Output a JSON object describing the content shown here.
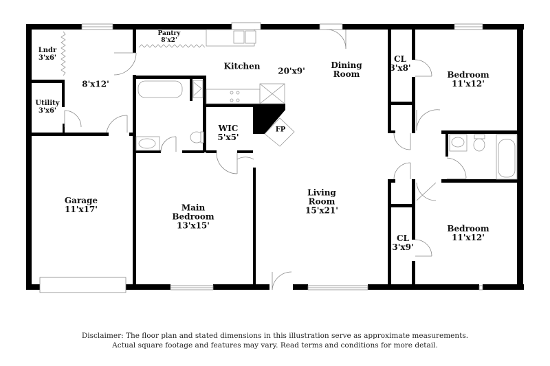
{
  "floor_plan": {
    "rooms": [
      {
        "id": "laundry",
        "name": "Lndr",
        "dims": "3'x6'"
      },
      {
        "id": "utility",
        "name": "Utility",
        "dims": "3'x6'"
      },
      {
        "id": "mudroom",
        "name": "",
        "dims": "8'x12'"
      },
      {
        "id": "pantry",
        "name": "Pantry",
        "dims": "8'x2'"
      },
      {
        "id": "kitchen",
        "name": "Kitchen",
        "dims": "20'x9'"
      },
      {
        "id": "dining",
        "name": "Dining Room",
        "dims": ""
      },
      {
        "id": "wic",
        "name": "WIC",
        "dims": "5'x5'"
      },
      {
        "id": "fireplace",
        "name": "FP",
        "dims": ""
      },
      {
        "id": "garage",
        "name": "Garage",
        "dims": "11'x17'"
      },
      {
        "id": "main-bedroom",
        "name": "Main Bedroom",
        "dims": "13'x15'"
      },
      {
        "id": "living",
        "name": "Living Room",
        "dims": "15'x21'"
      },
      {
        "id": "closet-1",
        "name": "CL",
        "dims": "3'x8'"
      },
      {
        "id": "bedroom-1",
        "name": "Bedroom",
        "dims": "11'x12'"
      },
      {
        "id": "closet-2",
        "name": "CL",
        "dims": "3'x9'"
      },
      {
        "id": "bedroom-2",
        "name": "Bedroom",
        "dims": "11'x12'"
      }
    ],
    "labels": {
      "lndr": "Lndr",
      "lndr_dims": "3'x6'",
      "utility": "Utility",
      "utility_dims": "3'x6'",
      "mud_dims": "8'x12'",
      "pantry": "Pantry",
      "pantry_dims": "8'x2'",
      "kitchen": "Kitchen",
      "kitchen_dims": "20'x9'",
      "dining_1": "Dining",
      "dining_2": "Room",
      "wic": "WIC",
      "wic_dims": "5'x5'",
      "fp": "FP",
      "garage": "Garage",
      "garage_dims": "11'x17'",
      "main_1": "Main",
      "main_2": "Bedroom",
      "main_dims": "13'x15'",
      "living_1": "Living",
      "living_2": "Room",
      "living_dims": "15'x21'",
      "cl1": "CL",
      "cl1_dims": "3'x8'",
      "bed1": "Bedroom",
      "bed1_dims": "11'x12'",
      "cl2": "CL",
      "cl2_dims": "3'x9'",
      "bed2": "Bedroom",
      "bed2_dims": "11'x12'"
    }
  },
  "disclaimer": {
    "line1": "Disclaimer: The floor plan and stated dimensions in this illustration serve as approximate measurements.",
    "line2": "Actual square footage and features may vary. Read terms and conditions for more detail."
  },
  "colors": {
    "wall": "#000000",
    "fixture": "#999999",
    "background": "#ffffff"
  }
}
